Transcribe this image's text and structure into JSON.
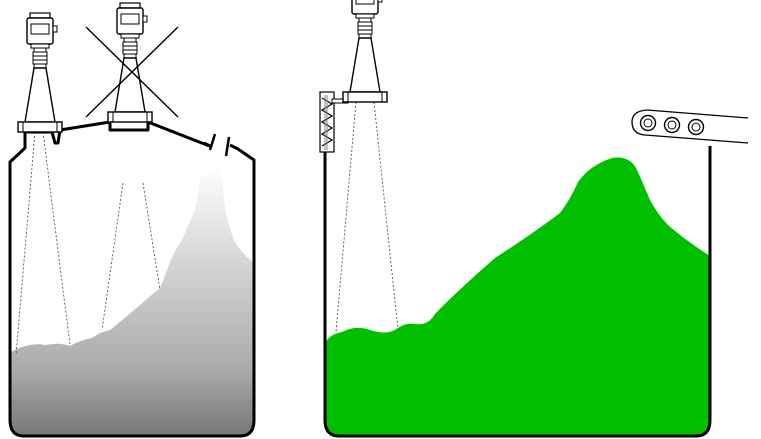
{
  "diagram": {
    "left_panel": {
      "tank": "silo-with-sloped-roof",
      "material": "powder-heap",
      "material_gradient": [
        "#ffffff",
        "#d4d4d4",
        "#aaaaaa",
        "#777777"
      ],
      "correct_sensor": "radar-level-sensor",
      "incorrect_sensor": "radar-level-sensor",
      "incorrect_marker": "x-mark-icon"
    },
    "right_panel": {
      "tank": "open-bin",
      "material": "bulk-heap",
      "material_color": "#00bf00",
      "sensor": "radar-level-sensor",
      "mount": "side-wall-bracket",
      "feeder": "conveyor-belt-icon"
    },
    "colors": {
      "outline": "#000000",
      "sensor_fill": "#ffffff",
      "beam": "#555555"
    }
  }
}
